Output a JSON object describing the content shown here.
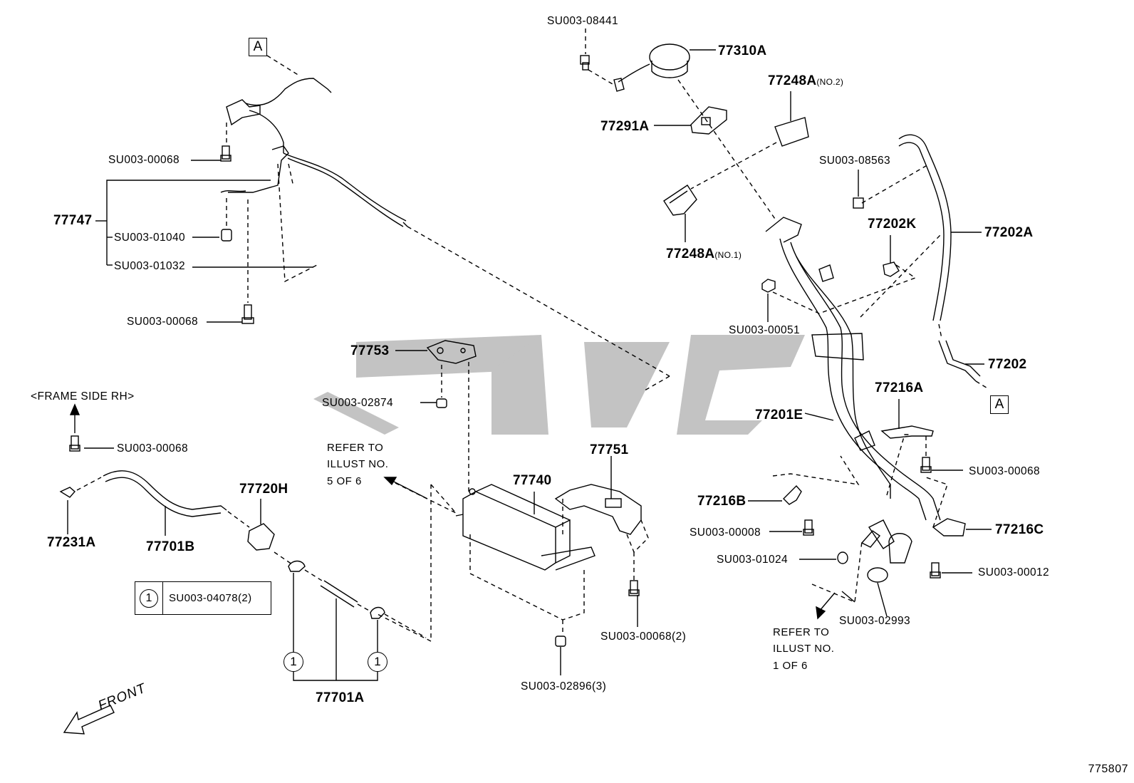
{
  "parts": {
    "p77747": "77747",
    "p77753": "77753",
    "p77740": "77740",
    "p77751": "77751",
    "p77720H": "77720H",
    "p77701B": "77701B",
    "p77231A": "77231A",
    "p77701A": "77701A",
    "p77310A": "77310A",
    "p77248A_2": "77248A",
    "p77248A_2_sub": "(NO.2)",
    "p77291A": "77291A",
    "p77248A_1": "77248A",
    "p77248A_1_sub": "(NO.1)",
    "p77202K": "77202K",
    "p77202A": "77202A",
    "p77202": "77202",
    "p77201E": "77201E",
    "p77216A": "77216A",
    "p77216B": "77216B",
    "p77216C": "77216C"
  },
  "fasteners": {
    "f00068_a": "SU003-00068",
    "f01040": "SU003-01040",
    "f01032": "SU003-01032",
    "f00068_b": "SU003-00068",
    "f00068_c": "SU003-00068",
    "f02874": "SU003-02874",
    "f00068_2": "SU003-00068(2)",
    "f02896_3": "SU003-02896(3)",
    "f08441": "SU003-08441",
    "f08563": "SU003-08563",
    "f00051": "SU003-00051",
    "f00068_d": "SU003-00068",
    "f00008": "SU003-00008",
    "f01024": "SU003-01024",
    "f00012": "SU003-00012",
    "f02993": "SU003-02993"
  },
  "notes": {
    "frame_side": "<FRAME SIDE RH>",
    "refer_5": "REFER TO\nILLUST NO.\n5 OF 6",
    "refer_1": "REFER TO\nILLUST NO.\n1 OF 6",
    "front": "FRONT"
  },
  "markers": {
    "a_top": "A",
    "a_right": "A",
    "circle_one": "1"
  },
  "legend": {
    "num": "1",
    "text": "SU003-04078(2)"
  },
  "reference_number": "775807",
  "icons": {
    "watermark": "watermark-logo",
    "front_arrow": "front-arrow-icon"
  },
  "colors": {
    "line": "#000000",
    "watermark": "#b8b8b8"
  }
}
